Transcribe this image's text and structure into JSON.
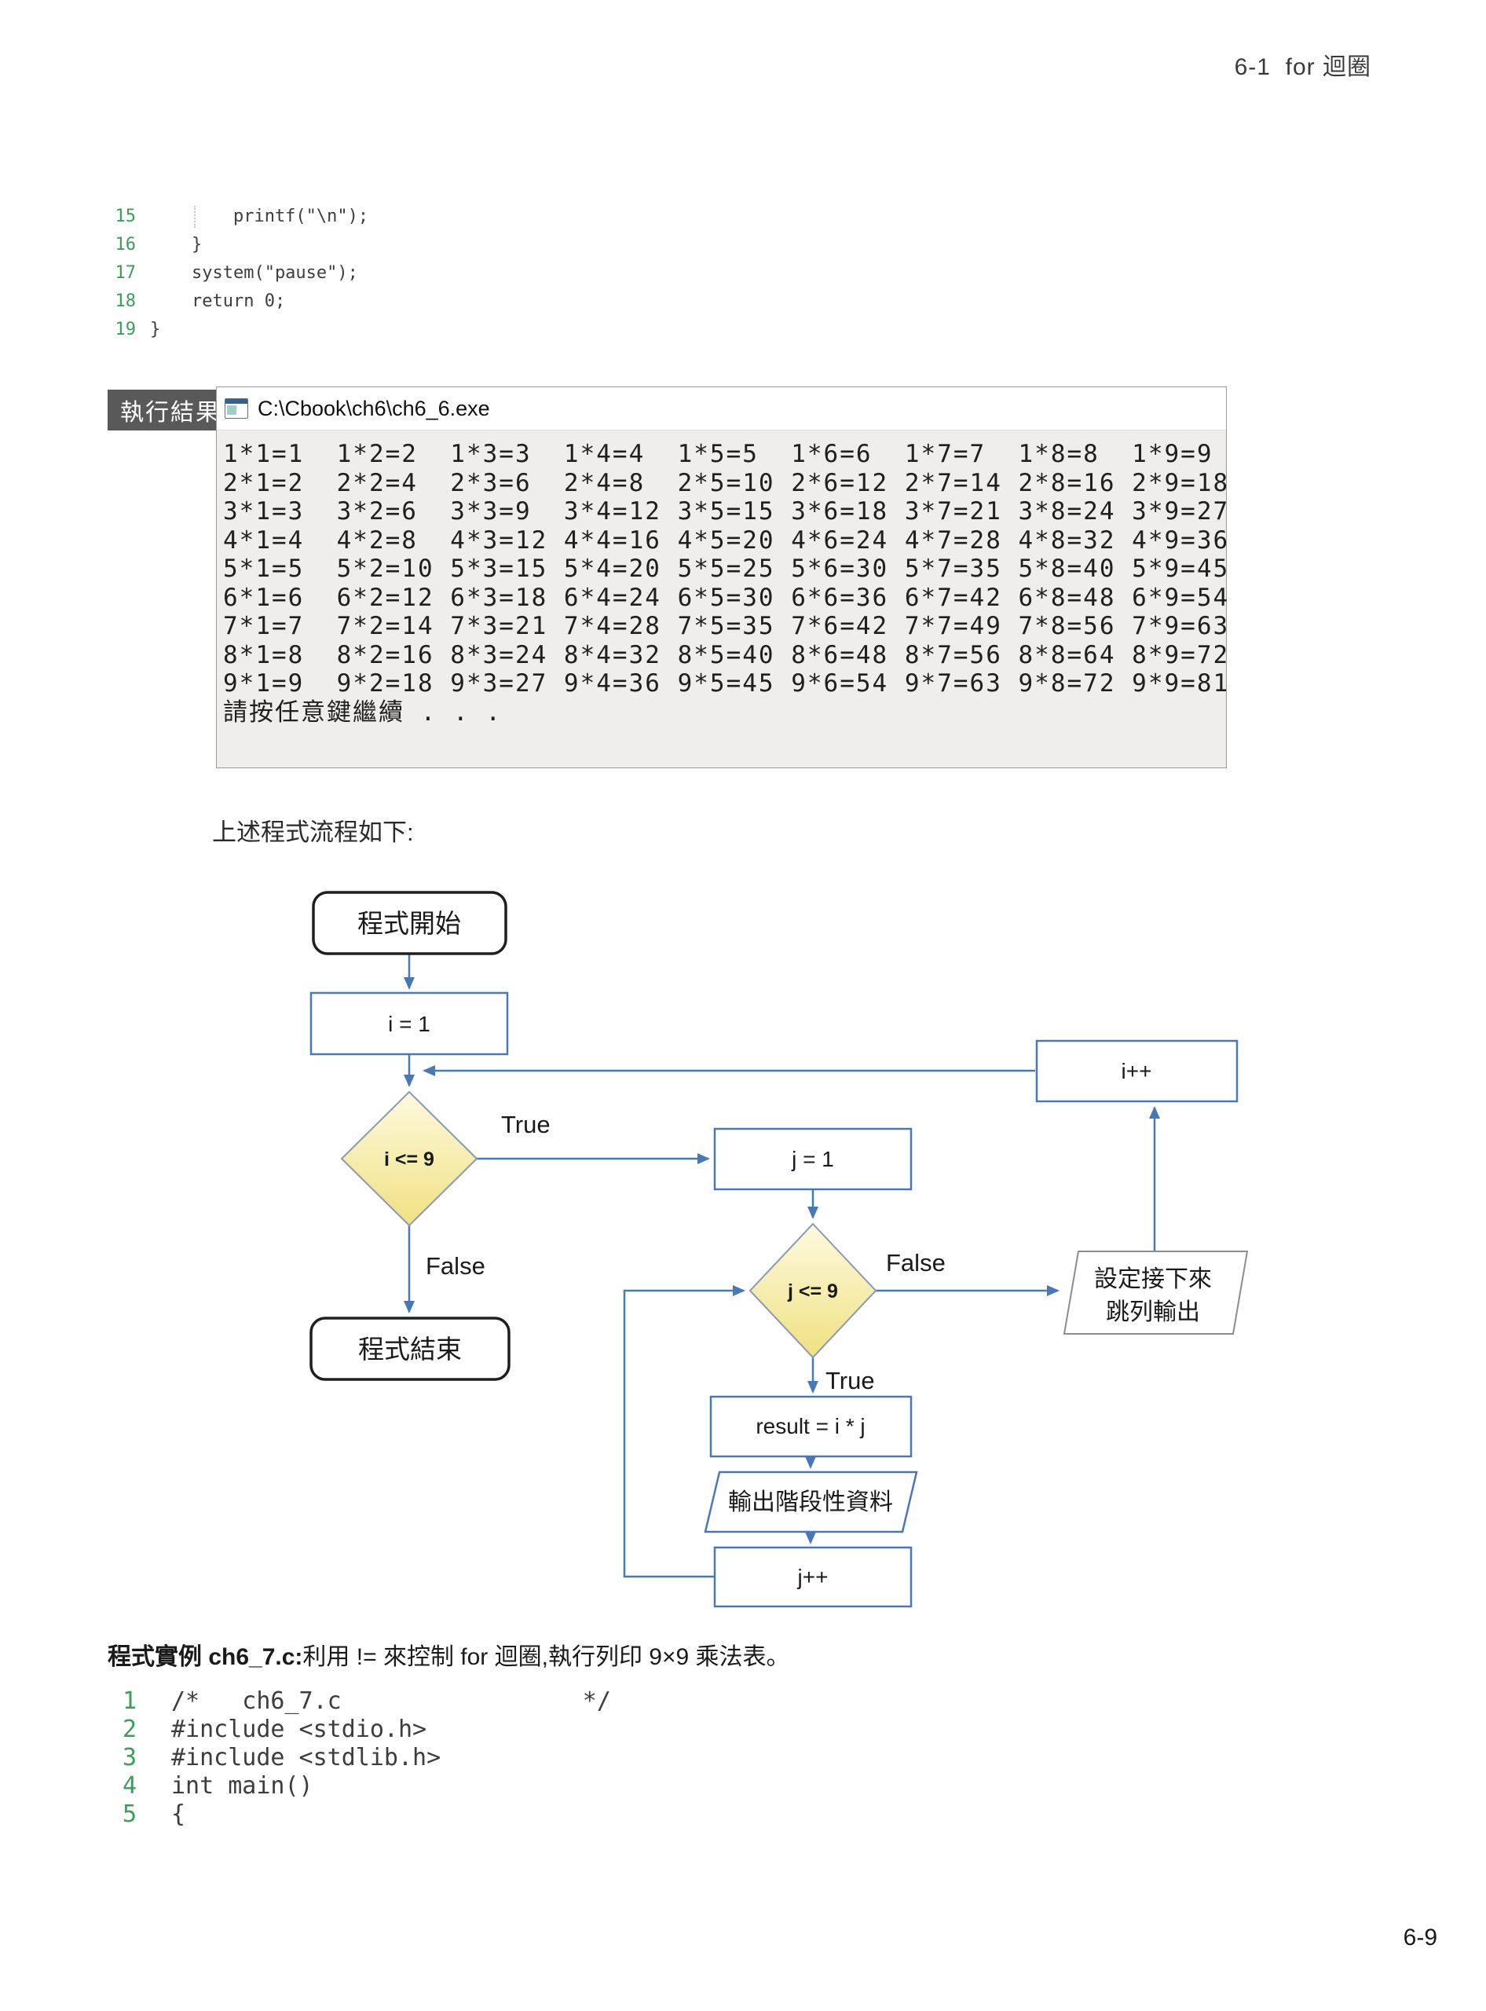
{
  "page": {
    "header": "6-1  for 迴圈",
    "page_number": "6-9"
  },
  "code_top": {
    "lines": [
      {
        "num": "15",
        "text": "        printf(\"\\n\");"
      },
      {
        "num": "16",
        "text": "    }"
      },
      {
        "num": "17",
        "text": "    system(\"pause\");"
      },
      {
        "num": "18",
        "text": "    return 0;"
      },
      {
        "num": "19",
        "text": "}"
      }
    ]
  },
  "result_label": "執行結果",
  "console": {
    "title": "C:\\Cbook\\ch6\\ch6_6.exe",
    "rows": [
      "1*1=1  1*2=2  1*3=3  1*4=4  1*5=5  1*6=6  1*7=7  1*8=8  1*9=9",
      "2*1=2  2*2=4  2*3=6  2*4=8  2*5=10 2*6=12 2*7=14 2*8=16 2*9=18",
      "3*1=3  3*2=6  3*3=9  3*4=12 3*5=15 3*6=18 3*7=21 3*8=24 3*9=27",
      "4*1=4  4*2=8  4*3=12 4*4=16 4*5=20 4*6=24 4*7=28 4*8=32 4*9=36",
      "5*1=5  5*2=10 5*3=15 5*4=20 5*5=25 5*6=30 5*7=35 5*8=40 5*9=45",
      "6*1=6  6*2=12 6*3=18 6*4=24 6*5=30 6*6=36 6*7=42 6*8=48 6*9=54",
      "7*1=7  7*2=14 7*3=21 7*4=28 7*5=35 7*6=42 7*7=49 7*8=56 7*9=63",
      "8*1=8  8*2=16 8*3=24 8*4=32 8*5=40 8*6=48 8*7=56 8*8=64 8*9=72",
      "9*1=9  9*2=18 9*3=27 9*4=36 9*5=45 9*6=54 9*7=63 9*8=72 9*9=81",
      "請按任意鍵繼續 . . ."
    ]
  },
  "flow_intro": "上述程式流程如下:",
  "flowchart": {
    "start": "程式開始",
    "init_i": "i = 1",
    "cond_i": "i <= 9",
    "true_i": "True",
    "false_i": "False",
    "end": "程式結束",
    "init_j": "j = 1",
    "cond_j": "j <= 9",
    "false_j": "False",
    "true_j": "True",
    "inc_i": "i++",
    "result": "result = i * j",
    "output_data": "輸出階段性資料",
    "newline_setup_1": "設定接下來",
    "newline_setup_2": "跳列輸出",
    "inc_j": "j++"
  },
  "example": {
    "title_bold": "程式實例 ch6_7.c:",
    "title_rest": "利用 != 來控制 for 迴圈,執行列印 9×9 乘法表。"
  },
  "code_bottom": {
    "lines": [
      {
        "num": "1",
        "text": "/*   ch6_7.c                 */"
      },
      {
        "num": "2",
        "text": "#include <stdio.h>"
      },
      {
        "num": "3",
        "text": "#include <stdlib.h>"
      },
      {
        "num": "4",
        "text": "int main()"
      },
      {
        "num": "5",
        "text": "{"
      }
    ]
  }
}
